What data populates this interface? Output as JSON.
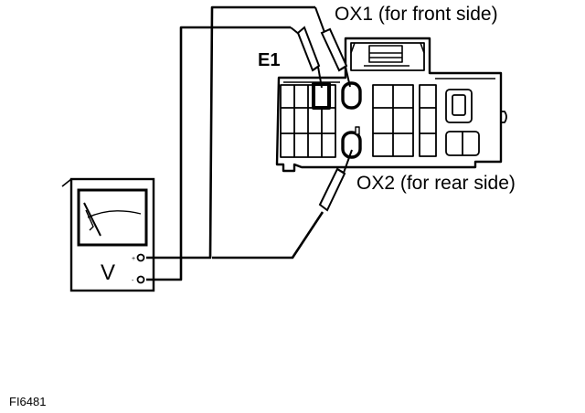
{
  "labels": {
    "ox1": "OX1 (for front side)",
    "ox2": "OX2 (for rear side)",
    "e1": "E1",
    "meter_symbol": "V",
    "figure_code": "FI6481"
  },
  "colors": {
    "ink": "#000000",
    "paper": "#ffffff"
  }
}
